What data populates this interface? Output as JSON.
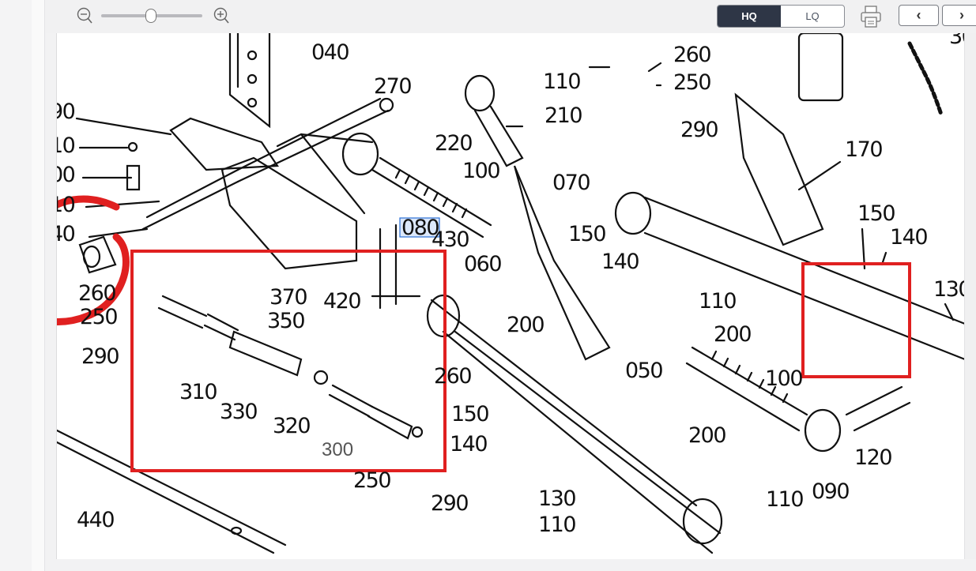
{
  "toolbar": {
    "zoom_out_icon": "zoom-out-icon",
    "zoom_in_icon": "zoom-in-icon",
    "zoom_slider_fraction": 0.5,
    "quality_options": [
      "HQ",
      "LQ"
    ],
    "quality_selected": "HQ",
    "print_icon": "printer-icon",
    "prev_label": "‹",
    "next_label": "›"
  },
  "diagram": {
    "highlighted_part": "080",
    "annotation_color": "#e02020",
    "highlight_color": "#2a6fd6",
    "callouts": [
      "040",
      "270",
      "110",
      "260",
      "250",
      "290",
      "30",
      "210",
      "220",
      "170",
      "90",
      "10",
      "00",
      "10",
      "40",
      "100",
      "070",
      "080",
      "430",
      "060",
      "150",
      "140",
      "150",
      "140",
      "130",
      "260",
      "250",
      "290",
      "370",
      "350",
      "420",
      "110",
      "200",
      "200",
      "100",
      "050",
      "310",
      "330",
      "320",
      "260",
      "300",
      "150",
      "140",
      "250",
      "290",
      "200",
      "120",
      "110",
      "090",
      "130",
      "110",
      "440"
    ]
  }
}
